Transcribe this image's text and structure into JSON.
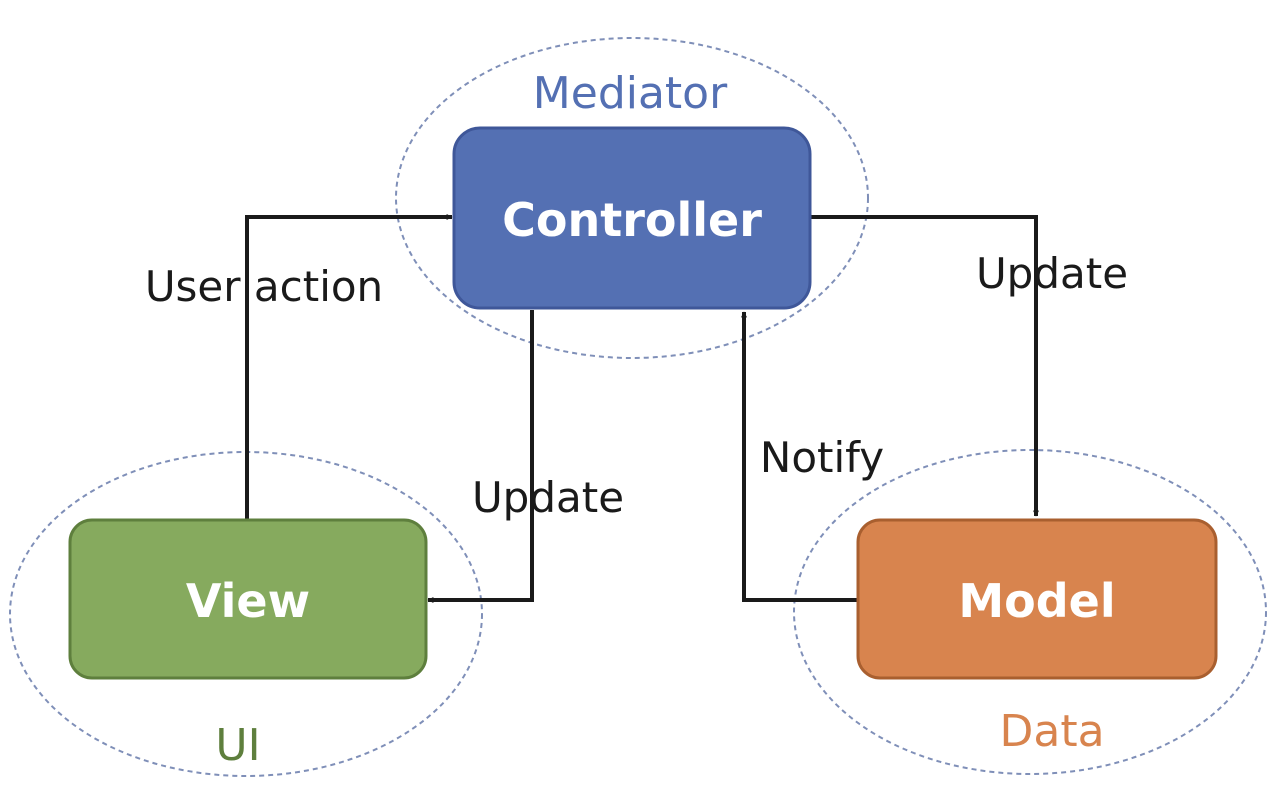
{
  "nodes": {
    "controller": {
      "label": "Controller",
      "fill": "#5470b3",
      "stroke": "#3f5799"
    },
    "view": {
      "label": "View",
      "fill": "#86aa5e",
      "stroke": "#5e7f3d"
    },
    "model": {
      "label": "Model",
      "fill": "#d8844e",
      "stroke": "#a95f2f"
    }
  },
  "groups": {
    "mediator": {
      "label": "Mediator",
      "color": "#5470b3"
    },
    "ui": {
      "label": "UI",
      "color": "#5e7f3d"
    },
    "data": {
      "label": "Data",
      "color": "#d8844e"
    }
  },
  "edges": {
    "user_action": {
      "label": "User action",
      "from": "View",
      "to": "Controller"
    },
    "update_model": {
      "label": "Update",
      "from": "Controller",
      "to": "Model"
    },
    "update_view": {
      "label": "Update",
      "from": "Controller",
      "to": "View"
    },
    "notify": {
      "label": "Notify",
      "from": "Model",
      "to": "Controller"
    }
  },
  "colors": {
    "line": "#1a1a1a",
    "node_text": "#ffffff",
    "dashed_outline": "#7f8fb8"
  }
}
